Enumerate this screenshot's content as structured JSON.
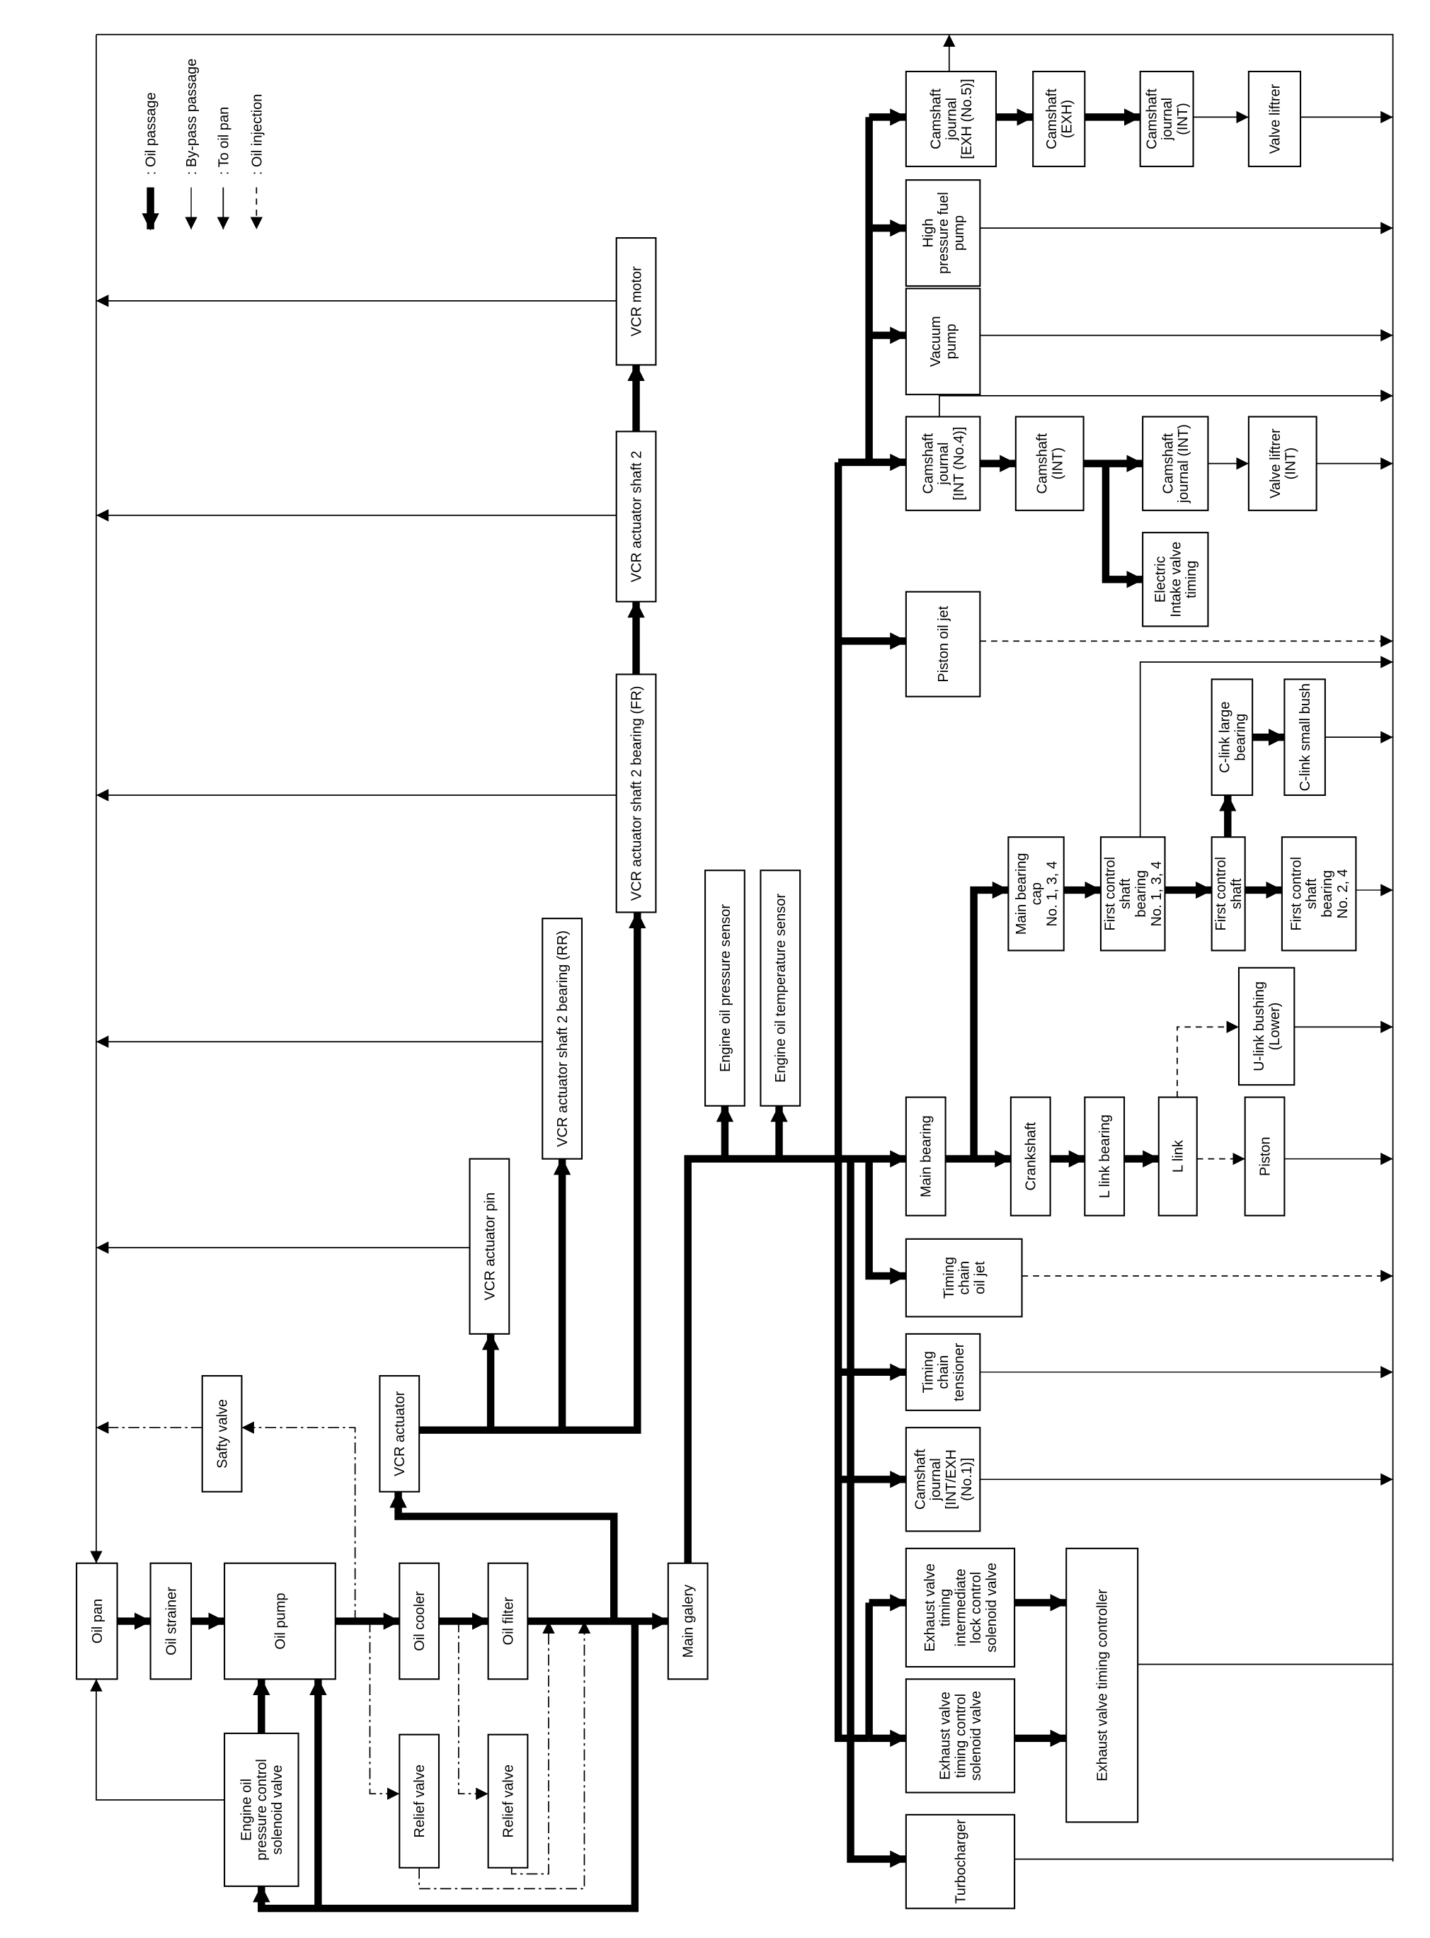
{
  "legend": [
    {
      "label": ": Oil passage",
      "style": "thick"
    },
    {
      "label": ": By-pass passage",
      "style": "bypass"
    },
    {
      "label": ": To oil pan",
      "style": "thin"
    },
    {
      "label": ": Oil injection",
      "style": "inj"
    }
  ],
  "boxes": {
    "oil_pan": [
      "Oil pan"
    ],
    "oil_strainer": [
      "Oil strainer"
    ],
    "oil_pump": [
      "Oil pump"
    ],
    "eopc_solenoid": [
      "Engine oil",
      "pressure control",
      "solenoid valve"
    ],
    "oil_cooler": [
      "Oil cooler"
    ],
    "oil_filter": [
      "Oil filter"
    ],
    "relief_valve_1": [
      "Relief valve"
    ],
    "relief_valve_2": [
      "Relief valve"
    ],
    "main_galery": [
      "Main galery"
    ],
    "safety_valve": [
      "Safty valve"
    ],
    "vcr_actuator": [
      "VCR actuator"
    ],
    "vcr_actuator_pin": [
      "VCR actuator pin"
    ],
    "vcr_shaft2_bearing_rr": [
      "VCR actuator shaft 2 bearing (RR)"
    ],
    "vcr_shaft2_bearing_fr": [
      "VCR actuator shaft 2 bearing (FR)"
    ],
    "vcr_shaft2": [
      "VCR actuator shaft 2"
    ],
    "vcr_motor": [
      "VCR motor"
    ],
    "eop_sensor": [
      "Engine oil pressure sensor"
    ],
    "eot_sensor": [
      "Engine oil temperature sensor"
    ],
    "cam_journal_exh5": [
      "Camshaft",
      "journal",
      "[EXH (No.5)]"
    ],
    "camshaft_exh": [
      "Camshaft",
      "(EXH)"
    ],
    "cam_journal_int_a": [
      "Camshaft",
      "journal",
      "(INT)"
    ],
    "valve_lifter": [
      "Valve liftrer"
    ],
    "hp_fuel_pump": [
      "High",
      "pressure fuel",
      "pump"
    ],
    "vacuum_pump": [
      "Vacuum",
      "pump"
    ],
    "cam_journal_int4": [
      "Camshaft",
      "journal",
      "[INT (No.4)]"
    ],
    "camshaft_int": [
      "Camshaft",
      "(INT)"
    ],
    "cam_journal_int_b": [
      "Camshaft",
      "journal (INT)"
    ],
    "valve_lifter_int": [
      "Valve liftrer",
      "(INT)"
    ],
    "electric_ivt": [
      "Electric",
      "Intake valve",
      "timing"
    ],
    "piston_oil_jet": [
      "Piston oil jet"
    ],
    "c_link_large": [
      "C-link large",
      "bearing"
    ],
    "c_link_small": [
      "C-link small bush"
    ],
    "main_bearing_cap": [
      "Main bearing",
      "cap",
      "No. 1, 3, 4"
    ],
    "fcs_bearing_134": [
      "First control",
      "shaft",
      "bearing",
      "No. 1, 3, 4"
    ],
    "first_control_shaft": [
      "First control",
      "shaft"
    ],
    "fcs_bearing_24": [
      "First control",
      "shaft",
      "bearing",
      "No. 2, 4"
    ],
    "u_link_bushing": [
      "U-link bushing",
      "(Lower)"
    ],
    "main_bearing": [
      "Main bearing"
    ],
    "crankshaft": [
      "Crankshaft"
    ],
    "l_link_bearing": [
      "L link bearing"
    ],
    "l_link": [
      "L link"
    ],
    "piston": [
      "Piston"
    ],
    "timing_chain_oil_jet": [
      "Timing",
      "chain",
      "oil jet"
    ],
    "timing_chain_tensioner": [
      "Timing",
      "chain",
      "tensioner"
    ],
    "cam_journal_1": [
      "Camshaft",
      "journal",
      "[INT/EXH",
      "(No.1)]"
    ],
    "exh_vt_lock_solenoid": [
      "Exhaust valve",
      "timing",
      "intermediate",
      "lock control",
      "solenoid valve"
    ],
    "exh_vt_control_solenoid": [
      "Exhaust valve",
      "timing control",
      "solenoid valve"
    ],
    "exh_vt_controller": [
      "Exhaust valve timing controller"
    ],
    "turbocharger": [
      "Turbocharger"
    ]
  }
}
